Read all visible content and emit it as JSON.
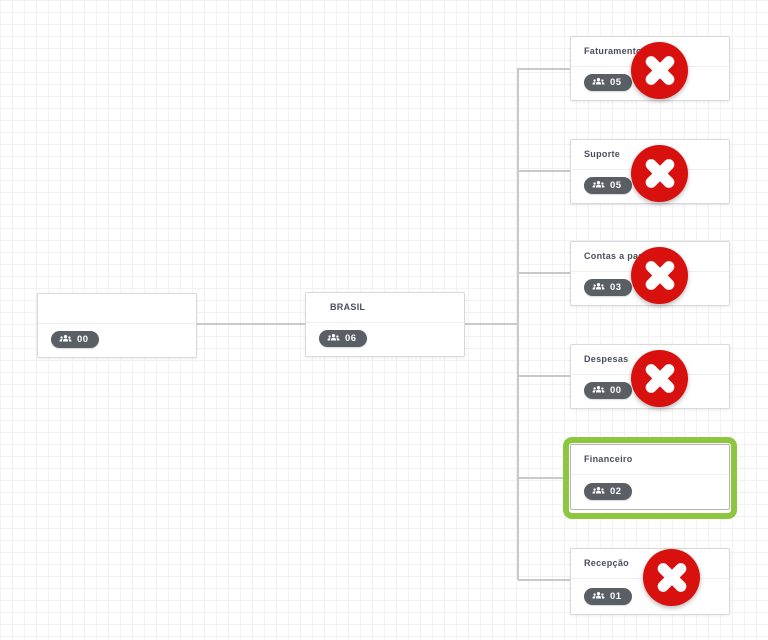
{
  "org_chart": {
    "root": {
      "title": "",
      "count": "00"
    },
    "parent": {
      "title": "BRASIL",
      "count": "06"
    },
    "children": [
      {
        "title": "Faturamento",
        "count": "05",
        "deletable": true,
        "selected": false
      },
      {
        "title": "Suporte",
        "count": "05",
        "deletable": true,
        "selected": false
      },
      {
        "title": "Contas a pagar",
        "count": "03",
        "deletable": true,
        "selected": false
      },
      {
        "title": "Despesas",
        "count": "00",
        "deletable": true,
        "selected": false
      },
      {
        "title": "Financeiro",
        "count": "02",
        "deletable": false,
        "selected": true
      },
      {
        "title": "Recepção",
        "count": "01",
        "deletable": true,
        "selected": false
      }
    ]
  },
  "icons": {
    "badge": "group-icon",
    "delete": "x-icon"
  },
  "colors": {
    "selection_green": "#8dc63f",
    "delete_red": "#d8100e",
    "badge_gray": "#5a5e65",
    "connector_gray": "#c9c9c9",
    "grid_line": "#f1f1f6",
    "title_text": "#4a4e5c"
  }
}
